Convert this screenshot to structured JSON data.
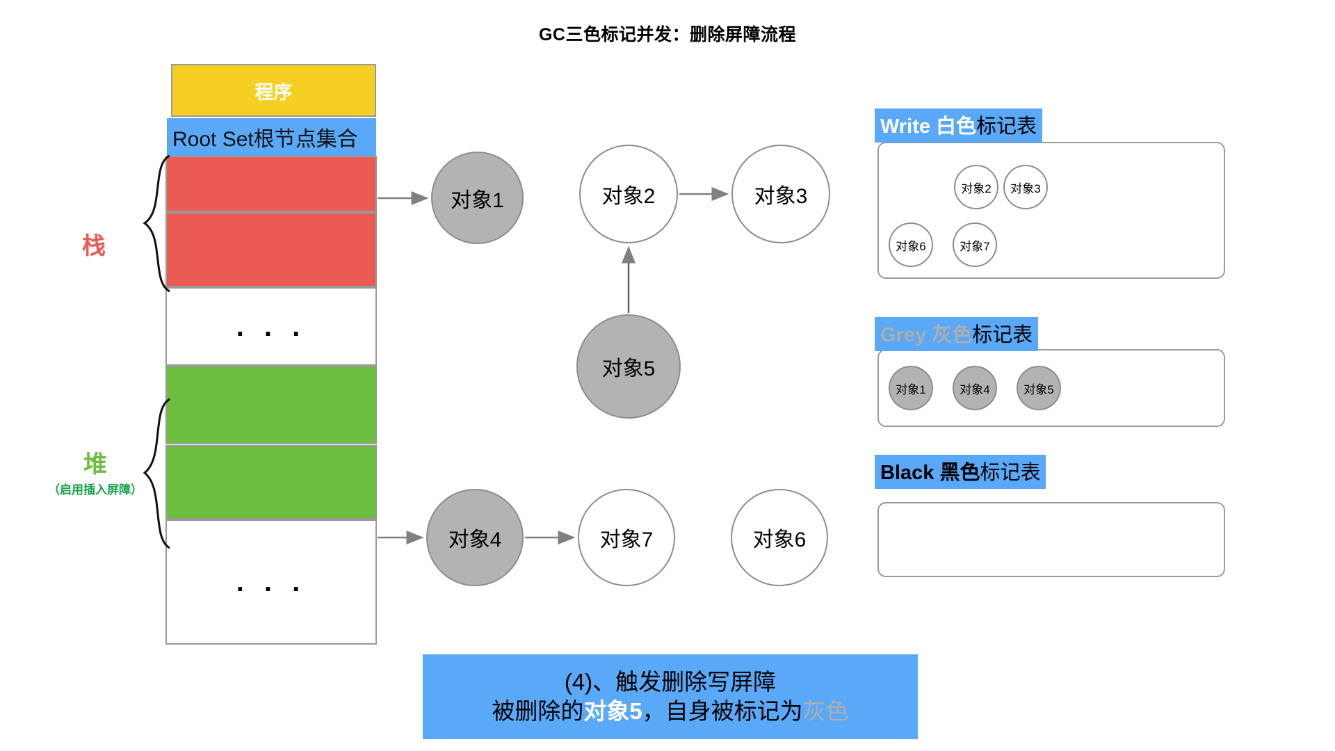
{
  "title": "GC三色标记并发：删除屏障流程",
  "memory": {
    "program_label": "程序",
    "rootset_label": "Root Set根节点集合",
    "ellipsis": ". . .",
    "stack_label": "栈",
    "heap_label": "堆",
    "heap_sublabel": "（启用插入屏障）",
    "colors": {
      "program": "#f5cf21",
      "rootset": "#5aa8f8",
      "stack_slot": "#ea5c53",
      "heap_slot": "#6cbe3e",
      "border": "#9a9a9a",
      "stack_label_color": "#ea5c53",
      "heap_label_color": "#6cbe3e"
    }
  },
  "graph": {
    "nodes": [
      {
        "id": "obj1",
        "label": "对象1",
        "fill": "grey"
      },
      {
        "id": "obj2",
        "label": "对象2",
        "fill": "white"
      },
      {
        "id": "obj3",
        "label": "对象3",
        "fill": "white"
      },
      {
        "id": "obj5",
        "label": "对象5",
        "fill": "grey"
      },
      {
        "id": "obj4",
        "label": "对象4",
        "fill": "grey"
      },
      {
        "id": "obj7",
        "label": "对象7",
        "fill": "white"
      },
      {
        "id": "obj6",
        "label": "对象6",
        "fill": "white"
      }
    ],
    "edges": [
      {
        "from": "rootset-stack",
        "to": "obj1"
      },
      {
        "from": "obj2",
        "to": "obj3"
      },
      {
        "from": "obj5",
        "to": "obj2"
      },
      {
        "from": "heap-slot",
        "to": "obj4"
      },
      {
        "from": "obj4",
        "to": "obj7"
      }
    ]
  },
  "tables": {
    "white": {
      "header_en": "Write",
      "header_cn": "白色",
      "header_tail": "标记表",
      "items": [
        "对象2",
        "对象3",
        "对象6",
        "对象7"
      ]
    },
    "grey": {
      "header_en": "Grey",
      "header_cn": "灰色",
      "header_tail": "标记表",
      "items": [
        "对象1",
        "对象4",
        "对象5"
      ]
    },
    "black": {
      "header_en": "Black",
      "header_cn": "黑色",
      "header_tail": "标记表",
      "items": []
    },
    "header_bg": "#5aa8f8"
  },
  "caption": {
    "line1": "(4)、触发删除写屏障",
    "line2_part1": "被删除的",
    "line2_strong": "对象5",
    "line2_part2": "，自身被标记为",
    "line2_grey": "灰色",
    "bg": "#5aa8f8"
  }
}
